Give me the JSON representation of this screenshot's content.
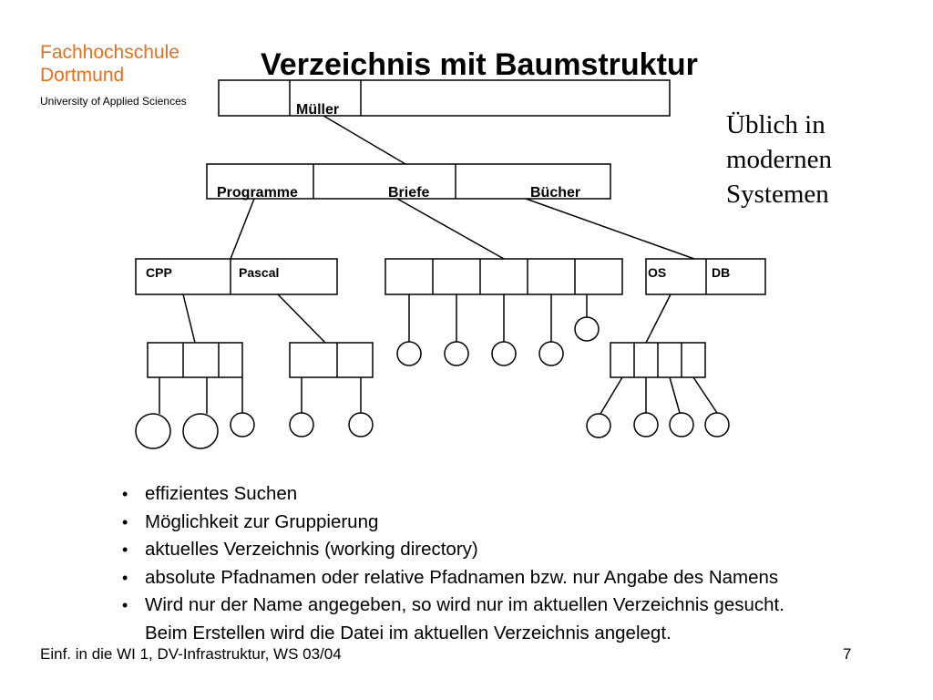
{
  "logo": {
    "line1": "Fachhochschule",
    "line2": "Dortmund",
    "subtitle": "University of Applied Sciences",
    "color": "#e8701a"
  },
  "title": "Verzeichnis mit Baumstruktur",
  "side_note": [
    "Üblich in",
    "modernen",
    "Systemen"
  ],
  "tree": {
    "root": [
      "Müller"
    ],
    "level1": [
      "Programme",
      "Briefe",
      "Bücher"
    ],
    "programme_children": [
      "CPP",
      "Pascal"
    ],
    "buecher_children": [
      "OS",
      "DB"
    ]
  },
  "bullets": [
    "effizientes Suchen",
    "Möglichkeit zur Gruppierung",
    "aktuelles Verzeichnis (working directory)",
    "absolute Pfadnamen oder relative Pfadnamen bzw. nur Angabe des Namens",
    "Wird nur der Name angegeben, so wird nur im aktuellen Verzeichnis gesucht.",
    "Beim Erstellen wird die Datei im aktuellen Verzeichnis angelegt."
  ],
  "footer": {
    "course": "Einf. in die WI 1, DV-Infrastruktur, WS 03/04",
    "page": "7"
  }
}
